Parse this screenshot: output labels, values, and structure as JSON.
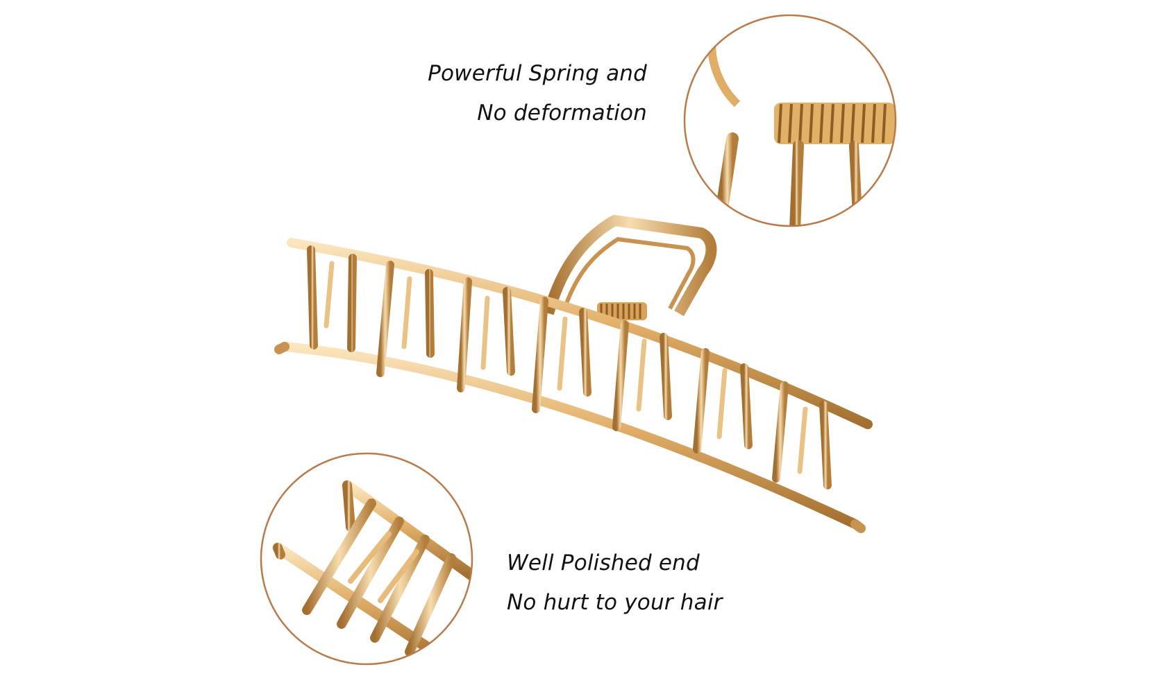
{
  "captions": {
    "top": {
      "line1": "Powerful Spring and",
      "line2": "No deformation"
    },
    "bottom": {
      "line1": "Well Polished end",
      "line2": "No hurt to your hair"
    }
  },
  "colors": {
    "background": "#ffffff",
    "circle_outline": "#b97a4a",
    "gold_light": "#f6d9a8",
    "gold_mid": "#d9a65c",
    "gold_dark": "#9c6a2c",
    "text": "#111111"
  },
  "icons": {
    "product": "gold-claw-hair-clip",
    "detail_top": "spring-closeup",
    "detail_bottom": "polished-end-closeup"
  }
}
